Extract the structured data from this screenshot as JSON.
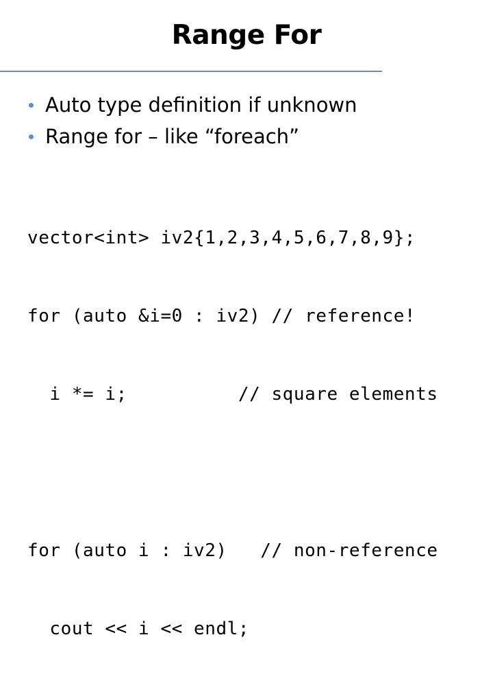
{
  "slide": {
    "title": "Range For",
    "divider_color": "#6b8ca6",
    "background_color": "#ffffff",
    "text_color": "#000000",
    "bullet_color": "#5b8fc7"
  },
  "bullets": [
    {
      "icon": "bullet-dot",
      "text": "Auto type definition if unknown"
    },
    {
      "icon": "bullet-dot",
      "text": "Range for – like “foreach”"
    }
  ],
  "code": {
    "language": "cpp",
    "lines": [
      "vector<int> iv2{1,2,3,4,5,6,7,8,9};",
      "for (auto &i=0 : iv2) // reference!",
      "  i *= i;          // square elements",
      "",
      "for (auto i : iv2)   // non-reference",
      "  cout << i << endl;"
    ]
  }
}
